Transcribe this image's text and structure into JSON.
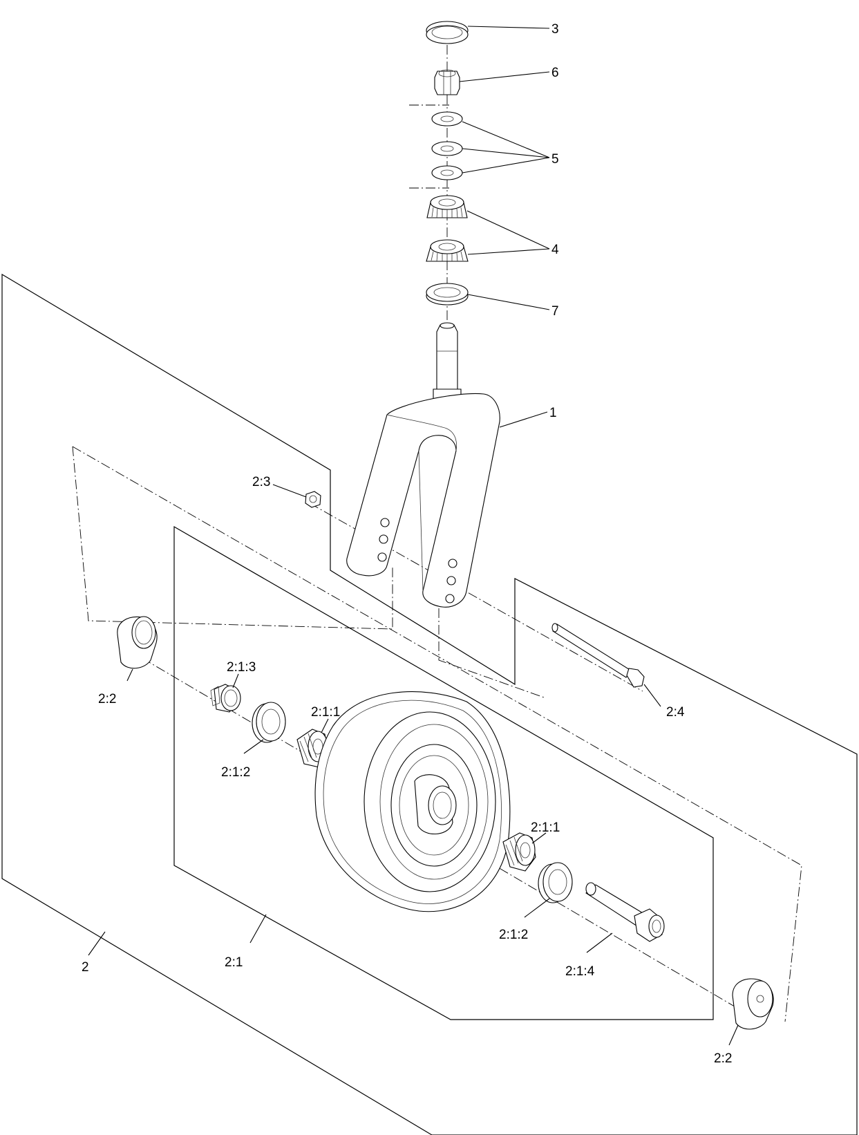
{
  "callouts": {
    "c3": "3",
    "c6": "6",
    "c5": "5",
    "c4": "4",
    "c7": "7",
    "c1": "1",
    "c2_3": "2:3",
    "c2_2_left": "2:2",
    "c2_1_3": "2:1:3",
    "c2_1_1_left": "2:1:1",
    "c2_1_2_left": "2:1:2",
    "c2_4": "2:4",
    "c2_1_1_right": "2:1:1",
    "c2_1_2_right": "2:1:2",
    "c2_1_4": "2:1:4",
    "c2": "2",
    "c2_1": "2:1",
    "c2_2_right": "2:2"
  }
}
